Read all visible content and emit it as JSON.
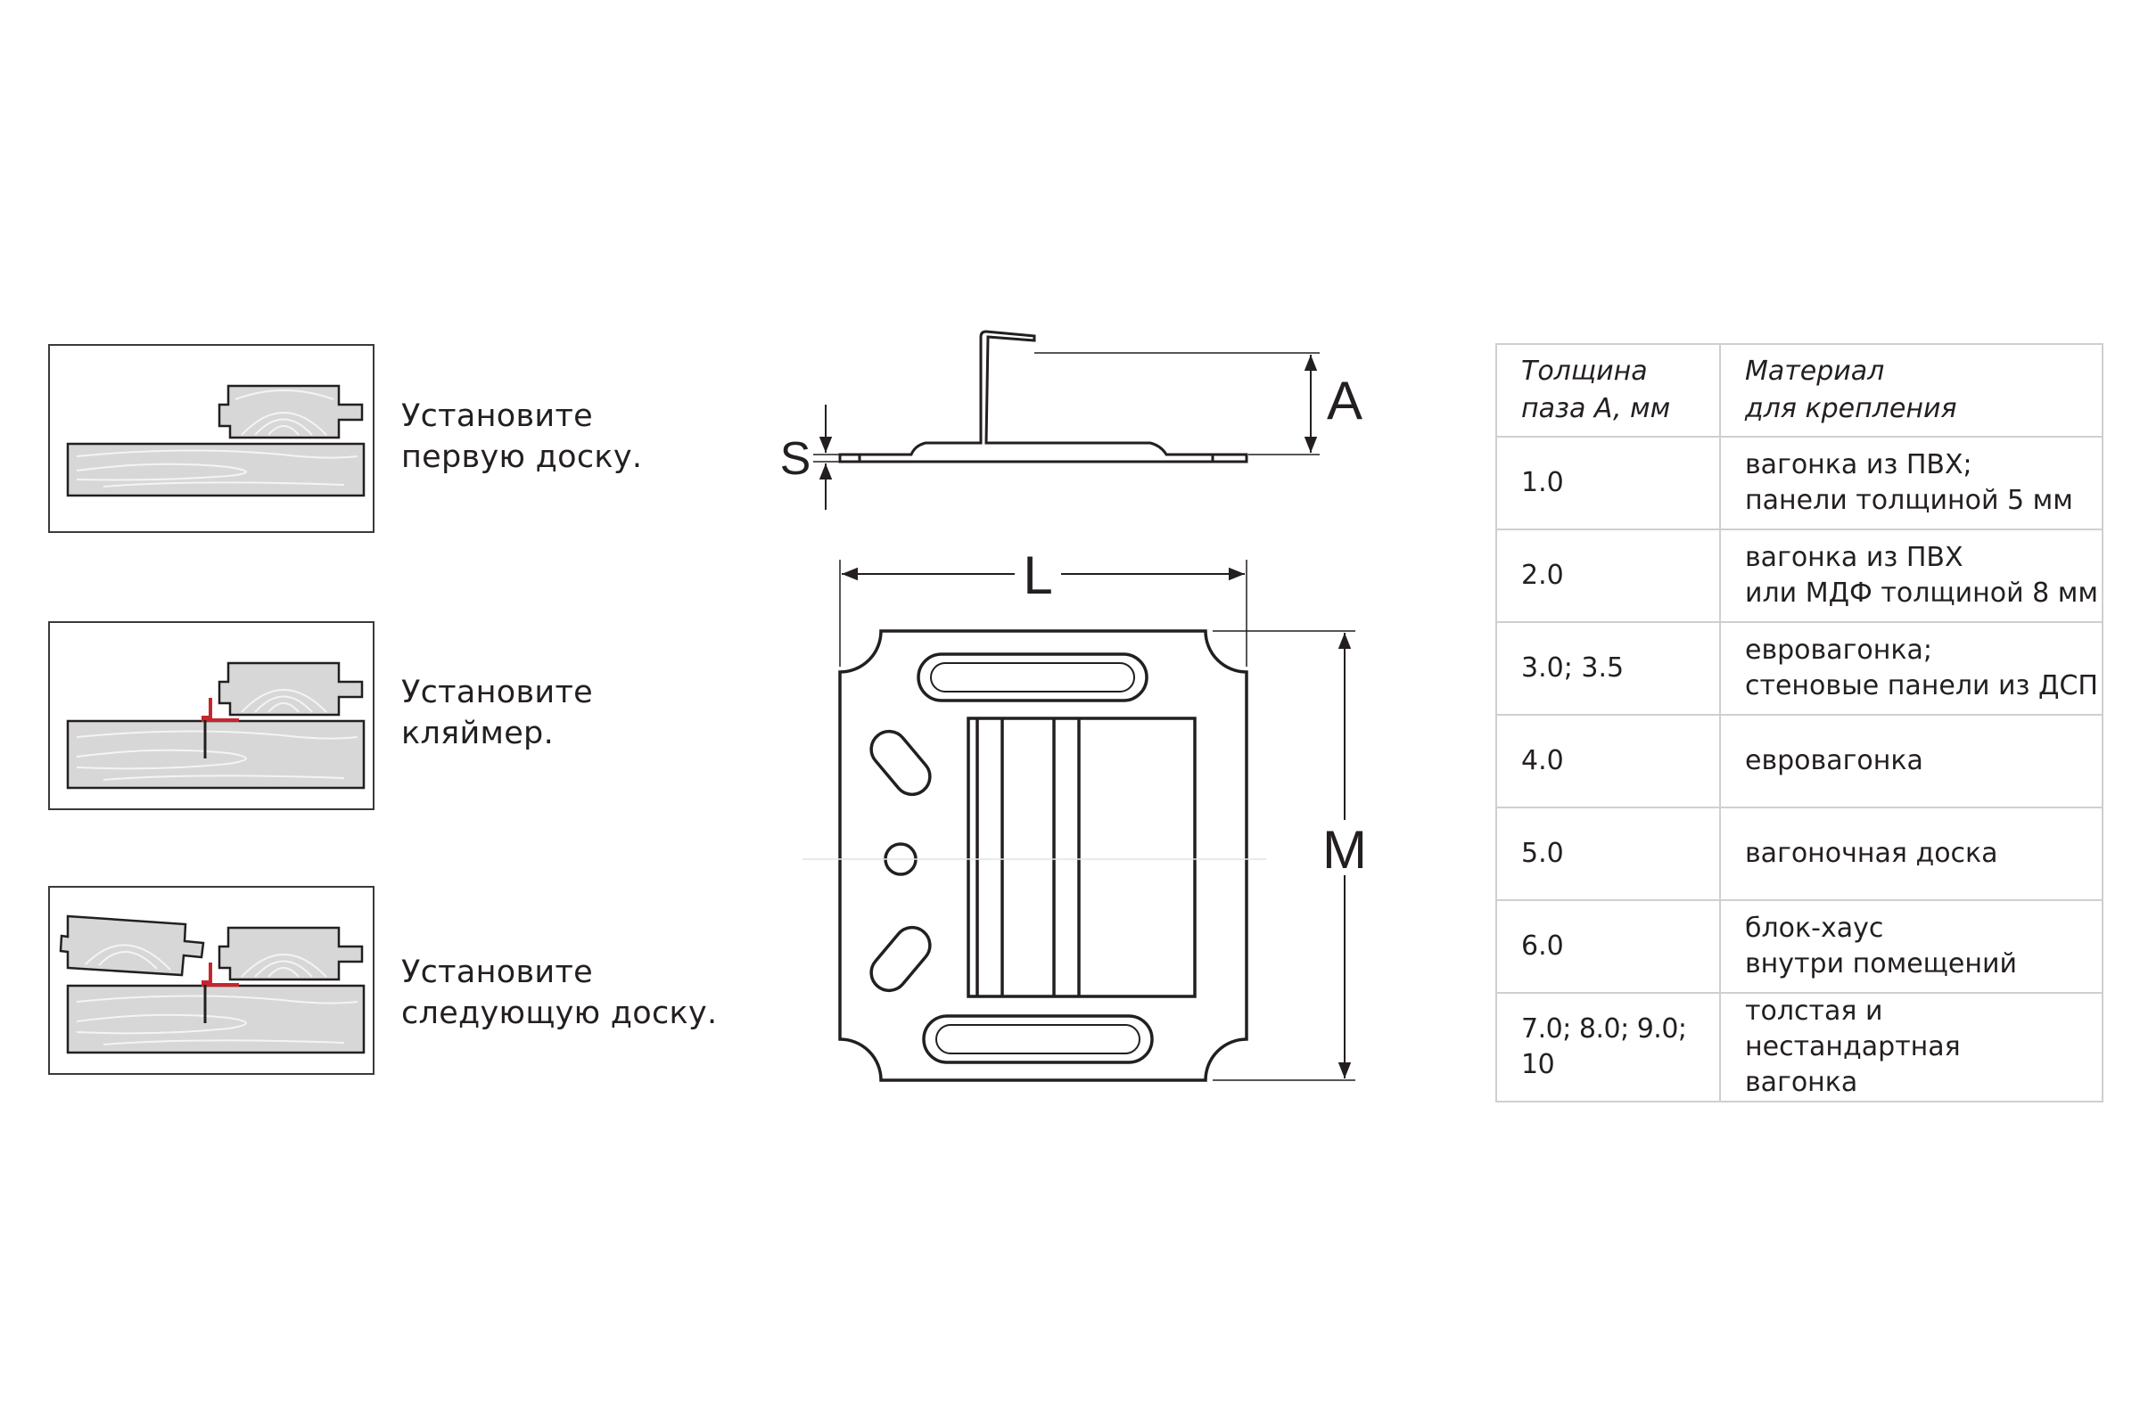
{
  "steps": [
    {
      "line1": "Установите",
      "line2": "первую доску."
    },
    {
      "line1": "Установите",
      "line2": "кляймер."
    },
    {
      "line1": "Установите",
      "line2": "следующую доску."
    }
  ],
  "dimensions": {
    "a": "A",
    "s": "S",
    "l": "L",
    "m": "M"
  },
  "table": {
    "header": {
      "col1_line1": "Толщина",
      "col1_line2": "паза A, мм",
      "col2_line1": "Материал",
      "col2_line2": "для крепления"
    },
    "rows": [
      {
        "thickness": "1.0",
        "material_line1": "вагонка из ПВХ;",
        "material_line2": "панели толщиной 5 мм"
      },
      {
        "thickness": "2.0",
        "material_line1": "вагонка из ПВХ",
        "material_line2": "или МДФ толщиной 8 мм"
      },
      {
        "thickness": "3.0; 3.5",
        "material_line1": "евровагонка;",
        "material_line2": "стеновые панели из ДСП"
      },
      {
        "thickness": "4.0",
        "material_line1": "евровагонка",
        "material_line2": ""
      },
      {
        "thickness": "5.0",
        "material_line1": "вагоночная доска",
        "material_line2": ""
      },
      {
        "thickness": "6.0",
        "material_line1": "блок-хаус",
        "material_line2": "внутри помещений"
      },
      {
        "thickness": "7.0; 8.0; 9.0; 10",
        "material_line1": "толстая и нестандартная",
        "material_line2": "вагонка"
      }
    ]
  },
  "colors": {
    "clip_accent": "#c4262e",
    "wood": "#d7d7d7",
    "outline": "#231f20",
    "table_border": "#cfcfcf"
  }
}
